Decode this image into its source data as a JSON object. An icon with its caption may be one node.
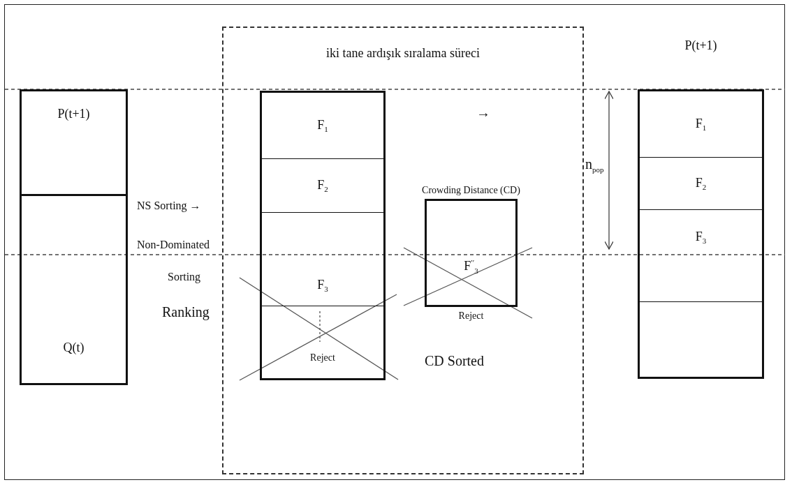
{
  "diagram": {
    "nodes": [
      {
        "text": [
          "iki tane ardışık sıralama süreci"
        ]
      },
      {
        "text": [
          "P(t+1)"
        ]
      },
      {
        "text": [
          "Q(t)"
        ]
      },
      {
        "text": [
          "F$_{1}$"
        ],
        "in": 0
      },
      {
        "text": [
          "F$_{2}$"
        ],
        "in": 0
      },
      {
        "text": [],
        "shape": "box",
        "in": 0
      },
      {
        "text": [
          "F$_{3}$"
        ],
        "in": 0
      },
      {
        "text": [
          "Reject"
        ],
        "in": 0
      },
      {
        "text": [
          "F$^{′′}$$_{3}$"
        ],
        "in": 0,
        "beside": [
          "Crowding Distance (CD)",
          "Reject"
        ]
      },
      {
        "text": [
          "P(t+1)"
        ]
      },
      {
        "text": [
          "F$_{1}$"
        ],
        "in": 9
      },
      {
        "text": [
          "F$_{2}$"
        ],
        "in": 9
      },
      {
        "text": [
          "F$_{3}$"
        ],
        "in": 9
      },
      {
        "text": [],
        "shape": "box",
        "in": 9
      },
      {
        "text": [],
        "shape": "box",
        "in": 9
      }
    ],
    "labels": [
      "NS Sorting →",
      "Non-Dominated",
      "Sorting",
      "Ranking",
      "→",
      "n$_{pop}$",
      "CD Sorted"
    ]
  }
}
